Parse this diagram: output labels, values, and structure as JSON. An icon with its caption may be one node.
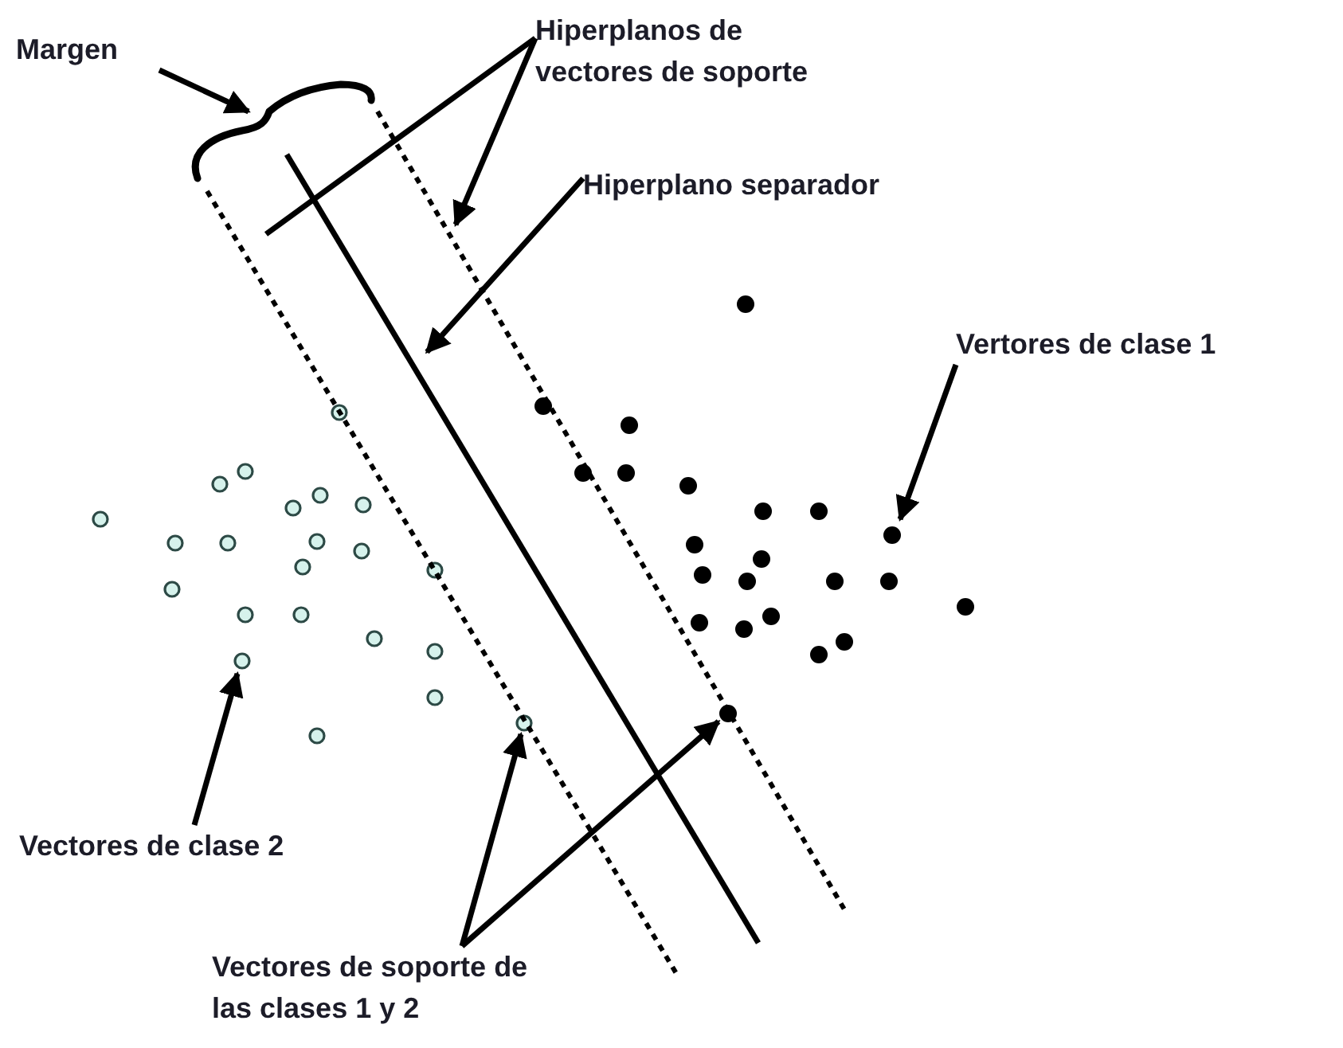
{
  "diagram": {
    "nodes": [
      {
        "text": [
          "Margen"
        ]
      },
      {
        "text": [
          "Hiperplanos de vectores de soporte"
        ]
      },
      {
        "text": [
          "Hiperplano separador"
        ]
      },
      {
        "text": [
          "Vertores de clase 1"
        ]
      },
      {
        "text": [
          "Vectores de clase 2"
        ]
      },
      {
        "text": [
          "Vectores de soporte de las clases 1 y 2"
        ]
      },
      {
        "text": [],
        "shape": "brace"
      }
    ],
    "edges": [
      {
        "from": 0,
        "to": 6,
        "arrow": "to"
      },
      {
        "from": 1,
        "to": null,
        "arrow": "none"
      },
      {
        "from": 1,
        "to": null,
        "arrow": "to"
      },
      {
        "from": 2,
        "to": null,
        "arrow": "to"
      },
      {
        "from": 3,
        "to": null,
        "arrow": "to"
      },
      {
        "from": 4,
        "to": null,
        "arrow": "to"
      },
      {
        "from": 5,
        "to": null,
        "arrow": "to"
      },
      {
        "from": 5,
        "to": null,
        "arrow": "to"
      }
    ]
  }
}
